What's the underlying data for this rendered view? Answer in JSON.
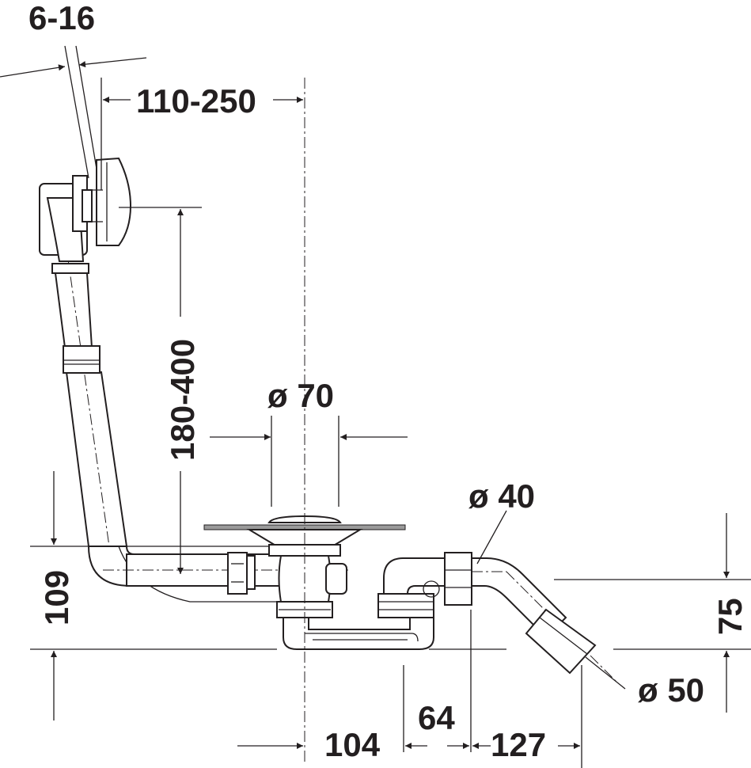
{
  "dimensions": {
    "wall_thickness": "6-16",
    "overflow_offset": "110-250",
    "overflow_height": "180-400",
    "drain_diameter": "ø 70",
    "outlet_diameter_small": "ø 40",
    "outlet_diameter_large": "ø 50",
    "trap_height": "109",
    "outlet_height": "75",
    "dim_104": "104",
    "dim_64": "64",
    "dim_127": "127"
  },
  "colors": {
    "line": "#231f20",
    "background": "#ffffff",
    "plate": "#9a9a9a"
  }
}
